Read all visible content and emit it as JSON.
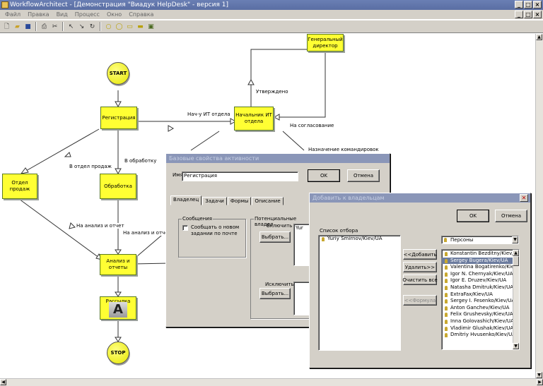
{
  "app": {
    "title": "WorkflowArchitect - [Демонстрация \"Виадук HelpDesk\" - версия 1]",
    "window_buttons": [
      "_",
      "□",
      "×"
    ]
  },
  "menu": [
    "Файл",
    "Правка",
    "Вид",
    "Процесс",
    "Окно",
    "Справка"
  ],
  "toolbar_icons": [
    "new-icon",
    "open-icon",
    "save-icon",
    "print-icon",
    "cut-icon",
    "pointer-icon",
    "connector-icon",
    "refresh-icon",
    "circle-icon",
    "node-icon",
    "rect-icon",
    "activity-icon",
    "image-icon"
  ],
  "diagram": {
    "start": "START",
    "stop": "STOP",
    "nodes": {
      "registration": "Регистрация",
      "it_head": "Начальник ИТ отдела",
      "director": "Генеральный директор",
      "sales": "Отдел продаж",
      "processing": "Обработка",
      "analysis": "Анализ и отчеты",
      "mailing": "Рассылка"
    },
    "labels": {
      "approved": "Утверждено",
      "it_head_edge": "Нач-у ИТ отдела",
      "for_approval": "На согласование",
      "to_sales": "В отдел продаж",
      "to_processing": "В обработку",
      "to_analysis_1": "На анализ и отчет",
      "to_analysis_2": "На анализ и отчет",
      "travel": "Назначение командировок"
    }
  },
  "activity_dialog": {
    "title": "Базовые свойства активности",
    "name_label": "Имя:",
    "name_value": "Регистрация",
    "ok": "OK",
    "cancel": "Отмена",
    "tabs": [
      "Владелец",
      "Задачи",
      "Формы",
      "Описание"
    ],
    "messages_group": "Сообщения",
    "notify_checkbox": "Сообщать о новом задании по почте",
    "owners_group": "Потенциальные владел",
    "include_label": "Включить",
    "exclude_label": "Исключить",
    "select_btn": "Выбрать...",
    "select_btn2": "Выбрать...",
    "included_item": "Yur"
  },
  "owners_dialog": {
    "title": "Добавить к владельцам",
    "ok": "OK",
    "cancel": "Отмена",
    "selection_label": "Список отбора",
    "selected": [
      "Yuriy Smirnov/Kiev/UA"
    ],
    "add": "<<Добавить",
    "remove": "Удалить>>",
    "clear": "Очистить все",
    "formula": "<<Формула",
    "category": "Персоны",
    "persons": [
      "Konstantin Bezditny/Kiev/UA",
      "Sergey Bugera/Kiev/UA",
      "Valentina Bogatirenko/Kiev/UA",
      "Igor N. Chernyak/Kiev/UA",
      "Igor E. Druzev/Kiev/UA",
      "Natasha Dmitruk/Kiev/UA",
      "ExtraFax/Kiev/UA",
      "Sergey I. Fesenko/Kiev/UA",
      "Anton Ganchev/Kiev/UA",
      "Felix Grushevsky/Kiev/UA",
      "Inna Golovashich/Kiev/UA",
      "Vladimir Glushak/Kiev/UA",
      "Dmitriy Hvusenko/Kiev/UA"
    ],
    "selected_person_index": 1
  }
}
